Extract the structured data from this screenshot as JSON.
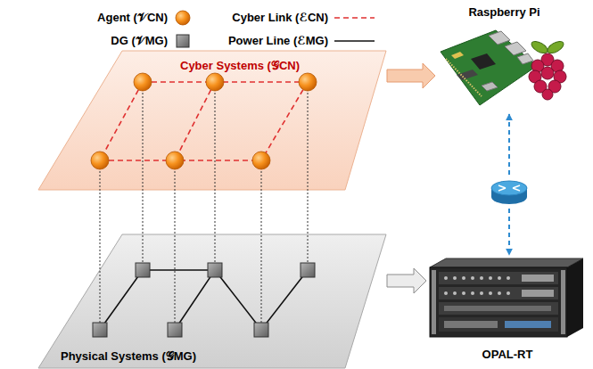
{
  "diagram": {
    "nodes": [
      {
        "text": [
          "Cyber Systems (𝒢CN)"
        ]
      },
      {
        "text": [
          "Raspberry Pi"
        ]
      },
      {
        "text": [
          "Physical Systems (𝒢MG)"
        ]
      },
      {
        "text": [
          "OPAL-RT"
        ]
      }
    ],
    "edges": [
      {
        "from": 0,
        "to": 1,
        "arrow": "to"
      },
      {
        "from": 2,
        "to": 3,
        "arrow": "to"
      },
      {
        "from": 1,
        "to": 3,
        "arrow": "both"
      }
    ],
    "legend": [
      {
        "text": "Agent (𝒱CN)"
      },
      {
        "text": "DG (𝒱MG)"
      },
      {
        "text": "Cyber Link (ℰCN)"
      },
      {
        "text": "Power Line (ℰMG)"
      }
    ]
  }
}
